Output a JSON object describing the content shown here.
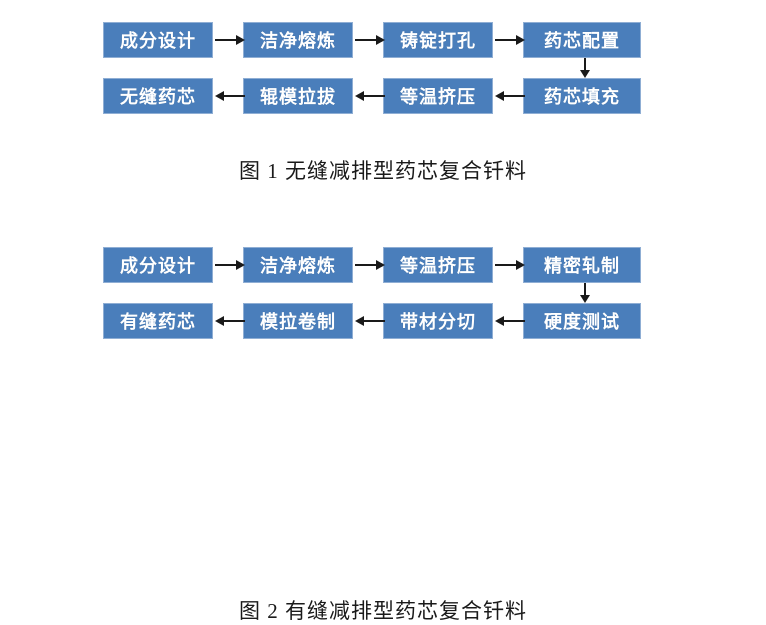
{
  "page": {
    "background_color": "#ffffff",
    "node_fill_color": "#4a7ebb",
    "node_border_color": "#8faed4",
    "node_text_color": "#ffffff",
    "arrow_color": "#1a1a1a"
  },
  "figures": [
    {
      "id": "figure-1",
      "caption": "图 1 无缝减排型药芯复合钎料",
      "top_row": [
        {
          "label": "成分设计"
        },
        {
          "label": "洁净熔炼"
        },
        {
          "label": "铸锭打孔"
        },
        {
          "label": "药芯配置"
        }
      ],
      "bottom_row": [
        {
          "label": "无缝药芯"
        },
        {
          "label": "辊模拉拔"
        },
        {
          "label": "等温挤压"
        },
        {
          "label": "药芯填充"
        }
      ],
      "arrows": {
        "top": [
          "arrow-right",
          "arrow-right",
          "arrow-right"
        ],
        "vertical": "arrow-down",
        "bottom": [
          "arrow-left",
          "arrow-left",
          "arrow-left"
        ]
      }
    },
    {
      "id": "figure-2",
      "caption": "图 2 有缝减排型药芯复合钎料",
      "top_row": [
        {
          "label": "成分设计"
        },
        {
          "label": "洁净熔炼"
        },
        {
          "label": "等温挤压"
        },
        {
          "label": "精密轧制"
        }
      ],
      "bottom_row": [
        {
          "label": "有缝药芯"
        },
        {
          "label": "模拉卷制"
        },
        {
          "label": "带材分切"
        },
        {
          "label": "硬度测试"
        }
      ],
      "arrows": {
        "top": [
          "arrow-right",
          "arrow-right",
          "arrow-right"
        ],
        "vertical": "arrow-down",
        "bottom": [
          "arrow-left",
          "arrow-left",
          "arrow-left"
        ]
      }
    }
  ]
}
